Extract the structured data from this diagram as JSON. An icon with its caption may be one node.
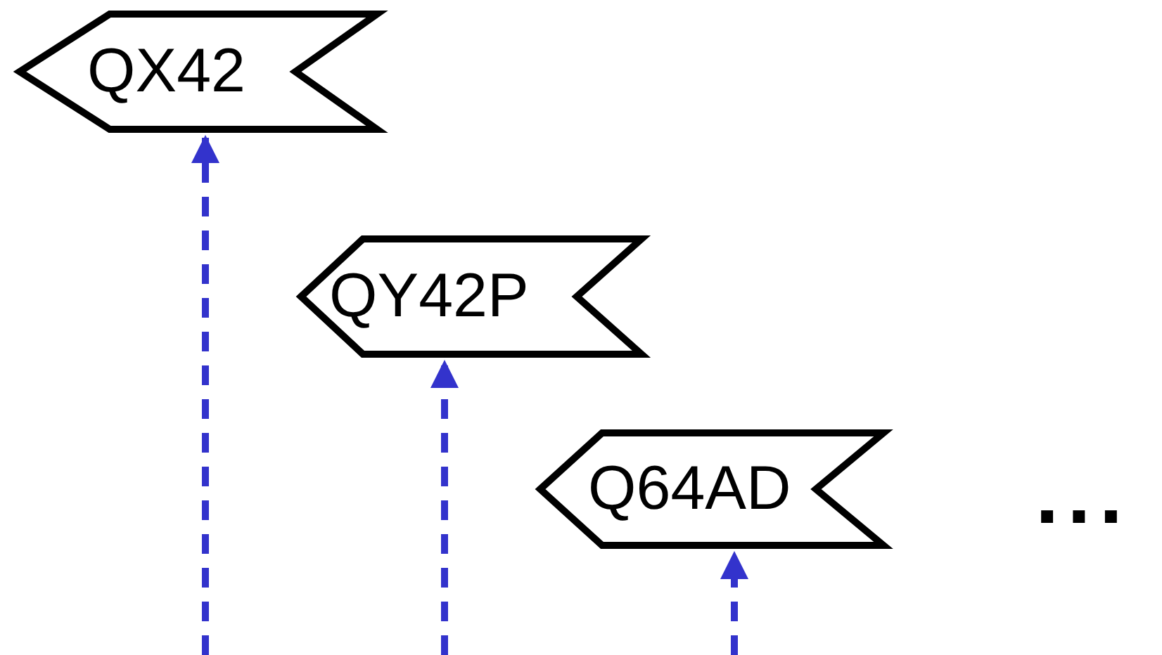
{
  "diagram": {
    "nodes": [
      {
        "text": [
          "QX42"
        ]
      },
      {
        "text": [
          "QY42P"
        ]
      },
      {
        "text": [
          "Q64AD"
        ]
      }
    ],
    "edges": [
      {
        "from": null,
        "to": 0,
        "arrow": "to",
        "style": "dashed"
      },
      {
        "from": null,
        "to": 1,
        "arrow": "to",
        "style": "dashed"
      },
      {
        "from": null,
        "to": 2,
        "arrow": "to",
        "style": "dashed"
      }
    ],
    "labels": [
      "..."
    ]
  }
}
